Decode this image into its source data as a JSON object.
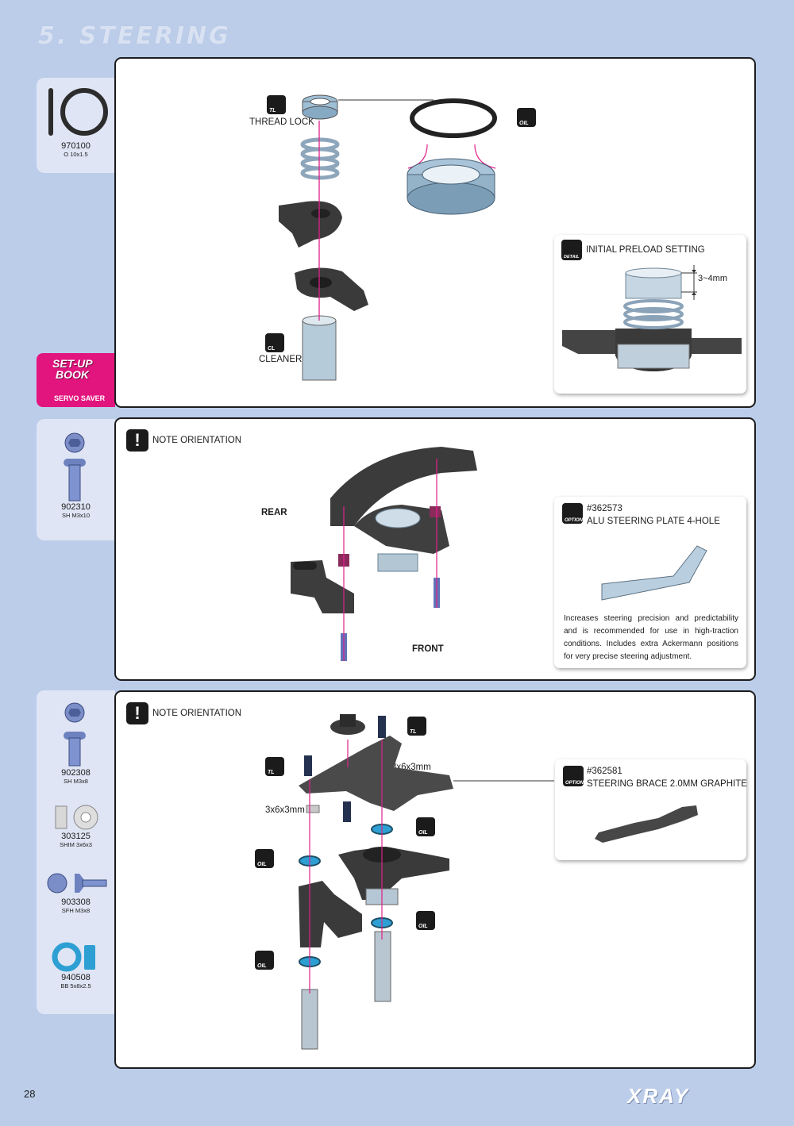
{
  "page": {
    "section_title": "5. STEERING",
    "page_number": "28",
    "brand": "XRAY"
  },
  "sidebar1": {
    "parts": [
      {
        "code": "970100",
        "desc": "O 10x1.5"
      }
    ]
  },
  "setup_book": {
    "title_line1": "SET-UP",
    "title_line2": "BOOK",
    "caption": "SERVO SAVER"
  },
  "sidebar2": {
    "parts": [
      {
        "code": "902310",
        "desc": "SH M3x10"
      }
    ]
  },
  "sidebar3": {
    "parts": [
      {
        "code": "902308",
        "desc": "SH M3x8"
      },
      {
        "code": "303125",
        "desc": "SHIM 3x6x3"
      },
      {
        "code": "903308",
        "desc": "SFH M3x8"
      },
      {
        "code": "940508",
        "desc": "BB 5x8x2.5"
      }
    ]
  },
  "panel1": {
    "thread_lock": "THREAD LOCK",
    "cleaner": "CLEANER",
    "icon_tl": "TL",
    "icon_oil": "OIL",
    "icon_cl": "CL",
    "detail": {
      "icon_label": "DETAIL",
      "title": "INITIAL PRELOAD SETTING",
      "dimension": "3~4mm"
    }
  },
  "panel2": {
    "note": "NOTE ORIENTATION",
    "rear": "REAR",
    "front": "FRONT",
    "option": {
      "icon_label": "OPTION",
      "part_no": "#362573",
      "title": "ALU STEERING PLATE 4-HOLE",
      "text": "Increases steering precision and predictability and is recommended for use in high-traction conditions. Includes extra Ackermann positions for very precise steering adjustment."
    }
  },
  "panel3": {
    "note": "NOTE ORIENTATION",
    "shim_label_1": "3x6x3mm",
    "shim_label_2": "3x6x3mm",
    "icon_tl": "TL",
    "icon_oil": "OIL",
    "option": {
      "icon_label": "OPTION",
      "part_no": "#362581",
      "title": "STEERING BRACE 2.0MM GRAPHITE"
    }
  },
  "colors": {
    "background": "#bccdea",
    "sidebar": "#dfe5f4",
    "accent": "#e2147e",
    "arrow": "#e0218a"
  }
}
